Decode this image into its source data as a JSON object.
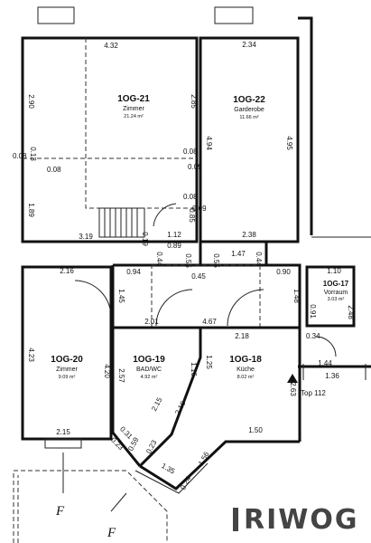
{
  "rooms": {
    "r21": {
      "id": "1OG-21",
      "name": "Zimmer",
      "area": "21.24 m²"
    },
    "r22": {
      "id": "1OG-22",
      "name": "Garderobe",
      "area": "11.66 m²"
    },
    "r20": {
      "id": "1OG-20",
      "name": "Zimmer",
      "area": "9.09 m²"
    },
    "r19": {
      "id": "1OG-19",
      "name": "BAD/WC",
      "area": "4.92 m²"
    },
    "r18": {
      "id": "1OG-18",
      "name": "Küche",
      "area": "8.02 m²"
    },
    "r17": {
      "id": "1OG-17",
      "name": "Vorraum",
      "area": "3.03 m²"
    }
  },
  "dims": {
    "d432": "4.32",
    "d234": "2.34",
    "d290": "2.90",
    "d285": "2.85",
    "d494": "4.94",
    "d495": "4.95",
    "d013": "0.13",
    "d008a": "0.08",
    "d008b": "0.08",
    "d008c": "0.08",
    "d009a": "0.09",
    "d009b": "0.09",
    "d189": "1.89",
    "d319": "3.19",
    "d112": "1.12",
    "d089": "0.89",
    "d238": "2.38",
    "d085": "0.85",
    "d019": "0.19",
    "d147": "1.47",
    "d044a": "0.44",
    "d055a": "0.55",
    "d055b": "0.55",
    "d044b": "0.44",
    "d216a": "2.16",
    "d094": "0.94",
    "d045": "0.45",
    "d090": "0.90",
    "d110": "1.10",
    "d145": "1.45",
    "d148": "1.48",
    "d091": "0.91",
    "d248": "2.48",
    "d201": "2.01",
    "d467": "4.67",
    "d218": "2.18",
    "d034": "0.34",
    "d144": "1.44",
    "d136": "1.36",
    "d423": "4.23",
    "d420": "4.20",
    "d257": "2.57",
    "d116": "1.16",
    "d125": "1.25",
    "d263": "2.63",
    "d215a": "2.15",
    "d216b": "2.16",
    "d150": "1.50",
    "d215b": "2.15",
    "d031": "0.31",
    "d059": "0.59",
    "d023": "0.23",
    "d135": "1.35",
    "d156": "1.56",
    "d024": "0.24"
  },
  "labels": {
    "section_a": "F",
    "section_b": "F",
    "top": "Top 112",
    "logo": "RIWOG"
  }
}
